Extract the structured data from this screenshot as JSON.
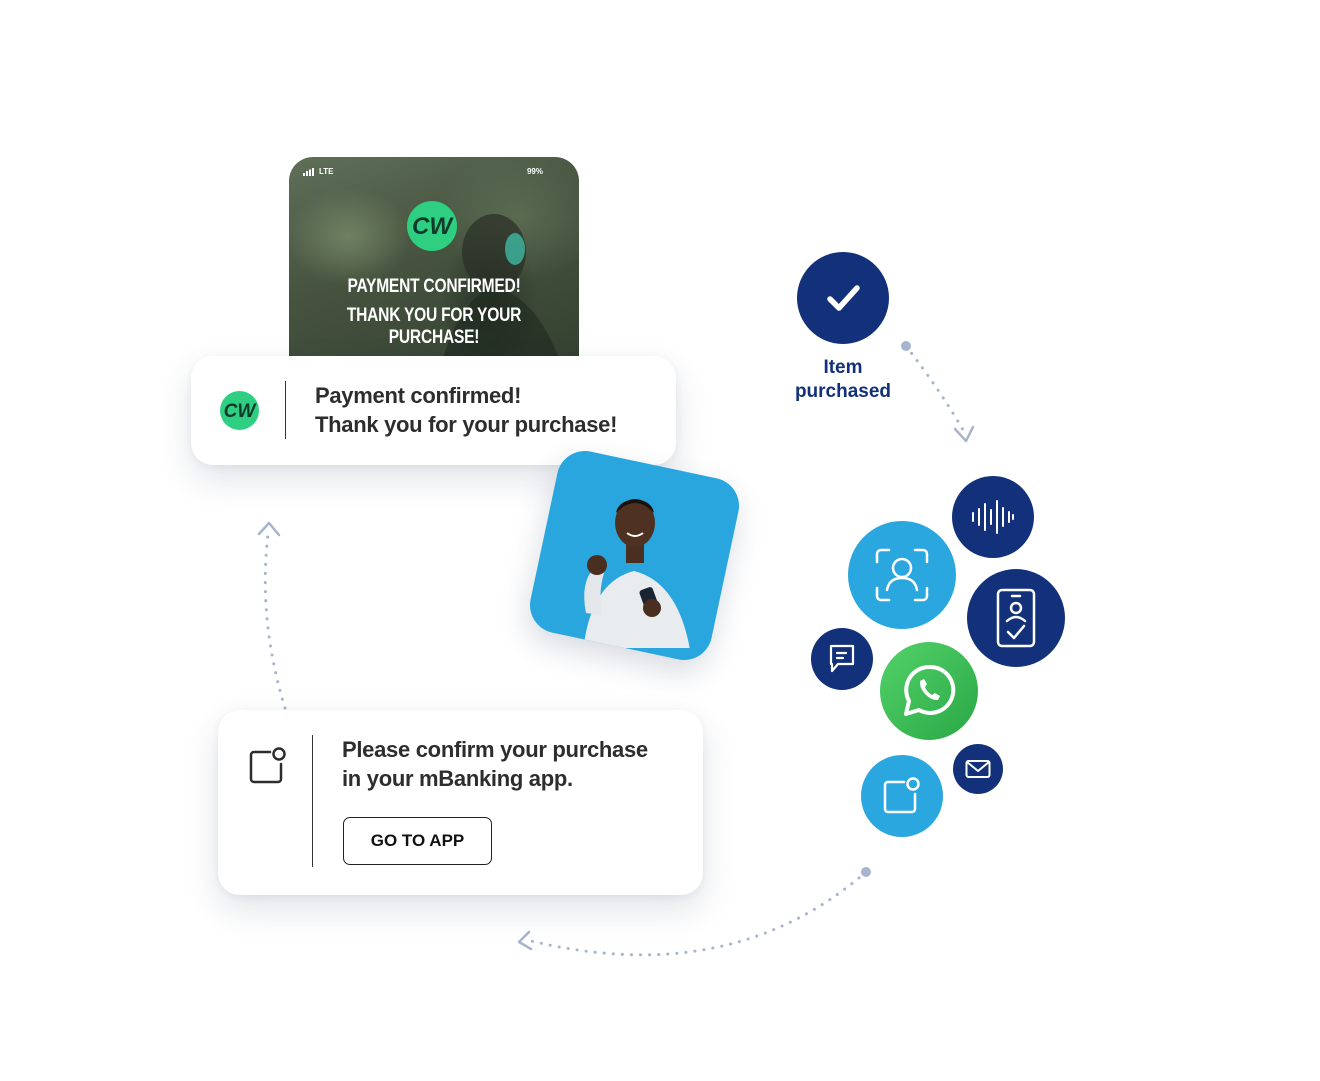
{
  "phone": {
    "signal_text": "LTE",
    "battery_text": "99%",
    "logo_text": "CW",
    "message_line1": "PAYMENT CONFIRMED!",
    "message_line2": "THANK YOU FOR YOUR PURCHASE!"
  },
  "confirmation_card": {
    "logo_text": "CW",
    "line1": "Payment confirmed!",
    "line2": "Thank you for your purchase!"
  },
  "request_card": {
    "line1": "Please confirm your purchase",
    "line2": "in your mBanking app.",
    "button_label": "GO TO APP"
  },
  "status": {
    "label_line1": "Item",
    "label_line2": "purchased"
  },
  "channels": [
    {
      "name": "voice-waveform-icon",
      "color": "#12317a"
    },
    {
      "name": "face-id-icon",
      "color": "#2ba7e0"
    },
    {
      "name": "mobile-identity-icon",
      "color": "#12317a"
    },
    {
      "name": "chat-message-icon",
      "color": "#12317a"
    },
    {
      "name": "whatsapp-icon",
      "color": "#3fbf58"
    },
    {
      "name": "push-notification-icon",
      "color": "#2ba7e0"
    },
    {
      "name": "email-icon",
      "color": "#12317a"
    }
  ],
  "colors": {
    "brand_green": "#2fcf82",
    "navy": "#12317a",
    "light_blue": "#2ba7e0",
    "dots": "#a7b4cd"
  }
}
